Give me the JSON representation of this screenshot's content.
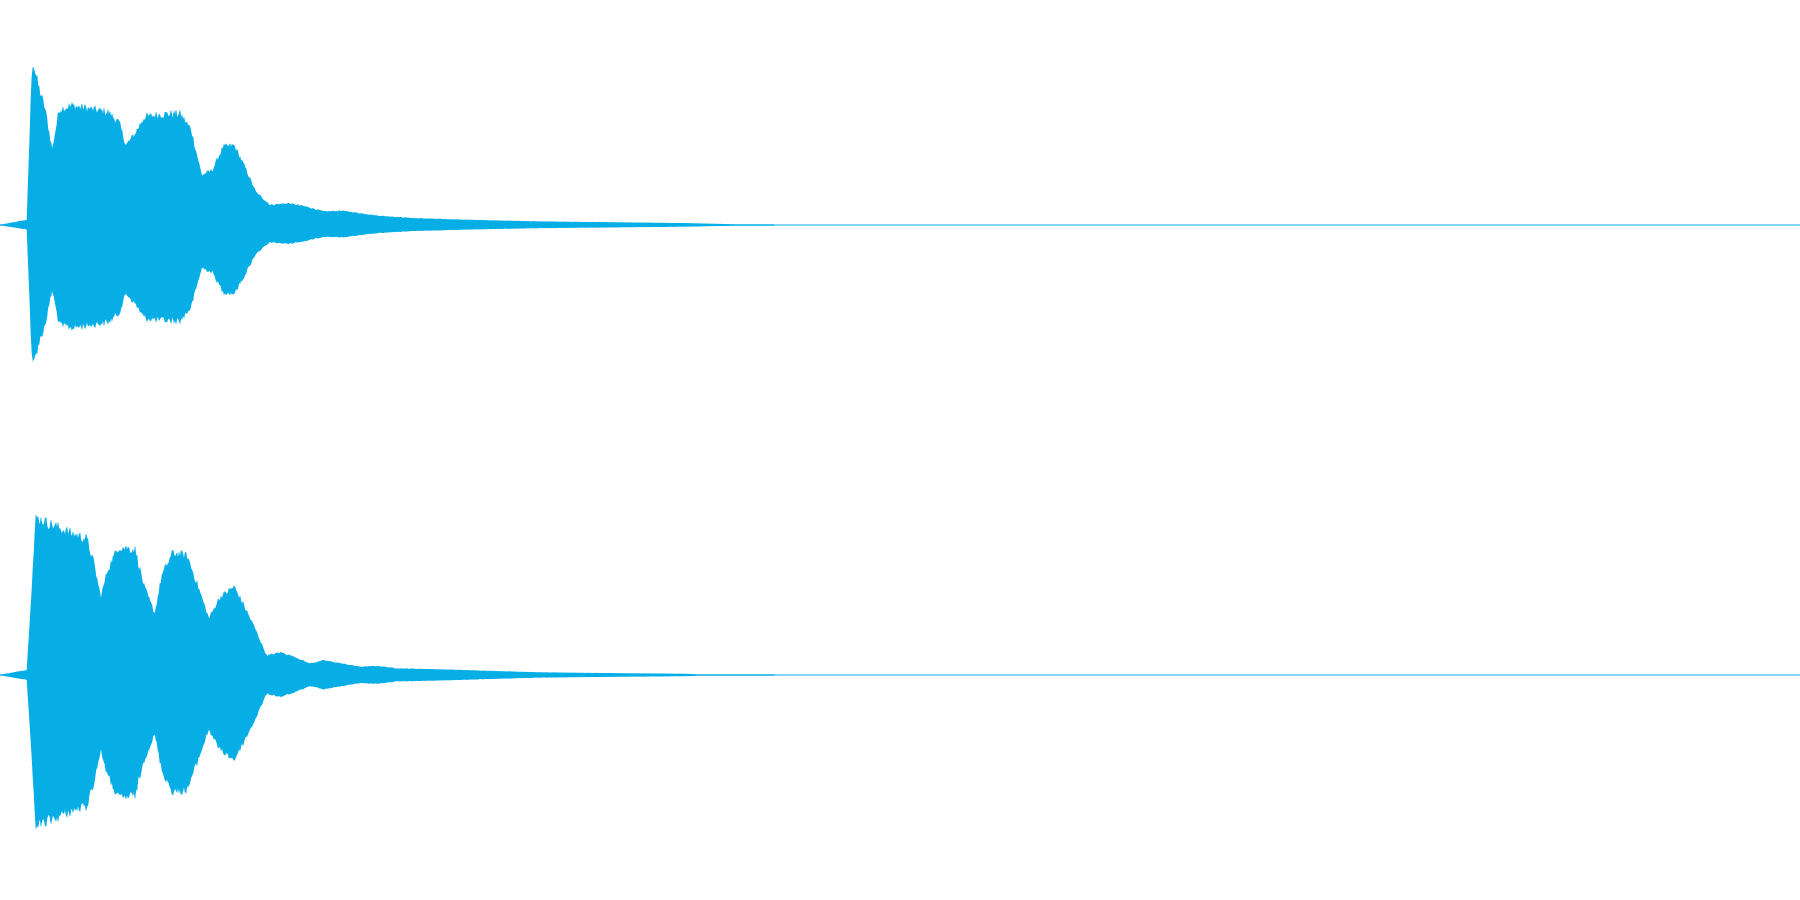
{
  "waveform": {
    "color": "#07aee6",
    "background": "#ffffff",
    "channels": [
      {
        "name": "left",
        "onset_fraction": 0.015,
        "sustain_end_fraction": 0.14,
        "decay_end_fraction": 0.4,
        "peak_fraction": 1.0,
        "envelope": [
          [
            0.0,
            0.0
          ],
          [
            0.015,
            0.03
          ],
          [
            0.018,
            1.0
          ],
          [
            0.021,
            0.85
          ],
          [
            0.025,
            0.7
          ],
          [
            0.029,
            0.45
          ],
          [
            0.033,
            0.7
          ],
          [
            0.04,
            0.72
          ],
          [
            0.05,
            0.7
          ],
          [
            0.06,
            0.68
          ],
          [
            0.066,
            0.62
          ],
          [
            0.07,
            0.48
          ],
          [
            0.075,
            0.55
          ],
          [
            0.08,
            0.65
          ],
          [
            0.09,
            0.67
          ],
          [
            0.1,
            0.67
          ],
          [
            0.106,
            0.58
          ],
          [
            0.112,
            0.3
          ],
          [
            0.118,
            0.33
          ],
          [
            0.124,
            0.47
          ],
          [
            0.13,
            0.48
          ],
          [
            0.136,
            0.35
          ],
          [
            0.142,
            0.2
          ],
          [
            0.15,
            0.12
          ],
          [
            0.16,
            0.13
          ],
          [
            0.17,
            0.11
          ],
          [
            0.18,
            0.08
          ],
          [
            0.19,
            0.085
          ],
          [
            0.2,
            0.07
          ],
          [
            0.21,
            0.055
          ],
          [
            0.23,
            0.04
          ],
          [
            0.26,
            0.03
          ],
          [
            0.3,
            0.02
          ],
          [
            0.34,
            0.015
          ],
          [
            0.38,
            0.01
          ],
          [
            0.4,
            0.005
          ],
          [
            0.42,
            0.0
          ]
        ]
      },
      {
        "name": "right",
        "onset_fraction": 0.015,
        "sustain_end_fraction": 0.15,
        "decay_end_fraction": 0.39,
        "peak_fraction": 0.98,
        "envelope": [
          [
            0.0,
            0.0
          ],
          [
            0.015,
            0.03
          ],
          [
            0.02,
            0.98
          ],
          [
            0.03,
            0.93
          ],
          [
            0.04,
            0.88
          ],
          [
            0.048,
            0.85
          ],
          [
            0.052,
            0.7
          ],
          [
            0.056,
            0.48
          ],
          [
            0.06,
            0.66
          ],
          [
            0.066,
            0.8
          ],
          [
            0.075,
            0.78
          ],
          [
            0.08,
            0.55
          ],
          [
            0.086,
            0.38
          ],
          [
            0.09,
            0.62
          ],
          [
            0.096,
            0.76
          ],
          [
            0.104,
            0.74
          ],
          [
            0.11,
            0.55
          ],
          [
            0.116,
            0.35
          ],
          [
            0.122,
            0.48
          ],
          [
            0.13,
            0.55
          ],
          [
            0.136,
            0.42
          ],
          [
            0.142,
            0.28
          ],
          [
            0.148,
            0.12
          ],
          [
            0.156,
            0.14
          ],
          [
            0.164,
            0.11
          ],
          [
            0.172,
            0.07
          ],
          [
            0.18,
            0.09
          ],
          [
            0.19,
            0.07
          ],
          [
            0.2,
            0.05
          ],
          [
            0.21,
            0.055
          ],
          [
            0.22,
            0.04
          ],
          [
            0.24,
            0.035
          ],
          [
            0.27,
            0.025
          ],
          [
            0.3,
            0.015
          ],
          [
            0.34,
            0.01
          ],
          [
            0.38,
            0.006
          ],
          [
            0.395,
            0.0
          ]
        ]
      }
    ]
  }
}
